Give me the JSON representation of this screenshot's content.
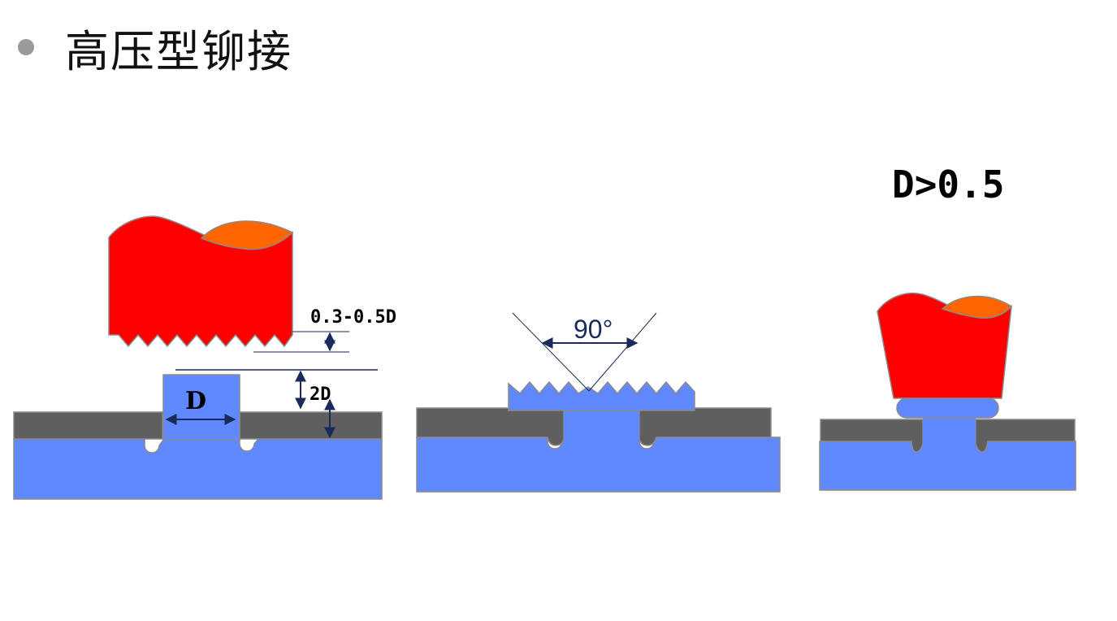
{
  "title": "高压型铆接",
  "ratio_label": "D>0.5",
  "dimensions": {
    "gap_label": "0.3-0.5D",
    "height_label": "2D",
    "diameter_label": "D",
    "angle_label": "90°"
  },
  "colors": {
    "punch": "#ff0000",
    "punch_tip": "#ff6600",
    "sheet": "#5f5f5f",
    "base": "#6088ff",
    "arrow": "#1a2a5a",
    "bullet": "#9a9a9a"
  }
}
